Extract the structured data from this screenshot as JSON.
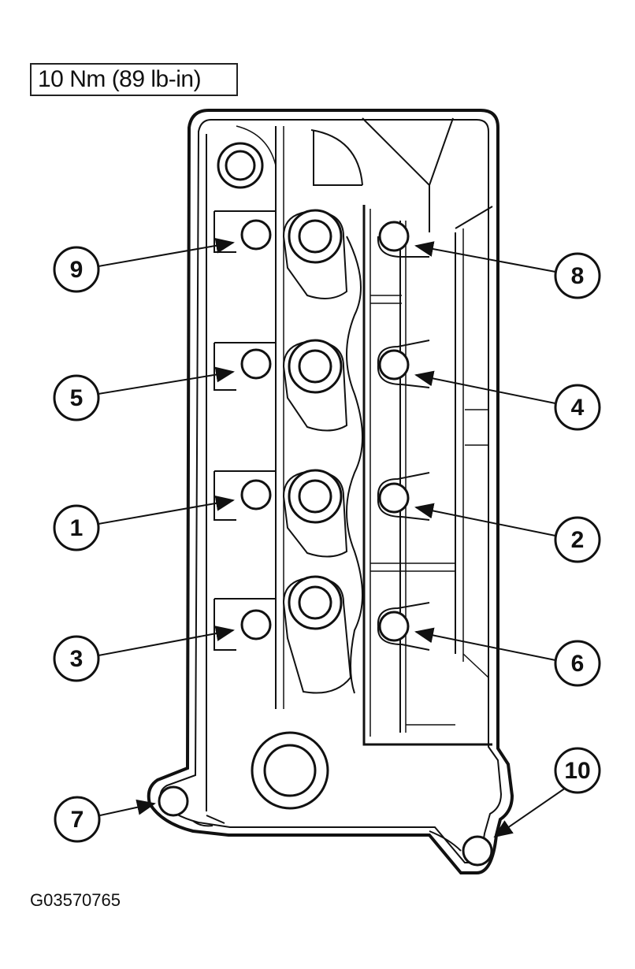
{
  "spec_label": "10 Nm (89 lb-in)",
  "figure_code": "G03570765",
  "callouts": [
    "9",
    "5",
    "1",
    "3",
    "8",
    "4",
    "2",
    "6",
    "7",
    "10"
  ]
}
